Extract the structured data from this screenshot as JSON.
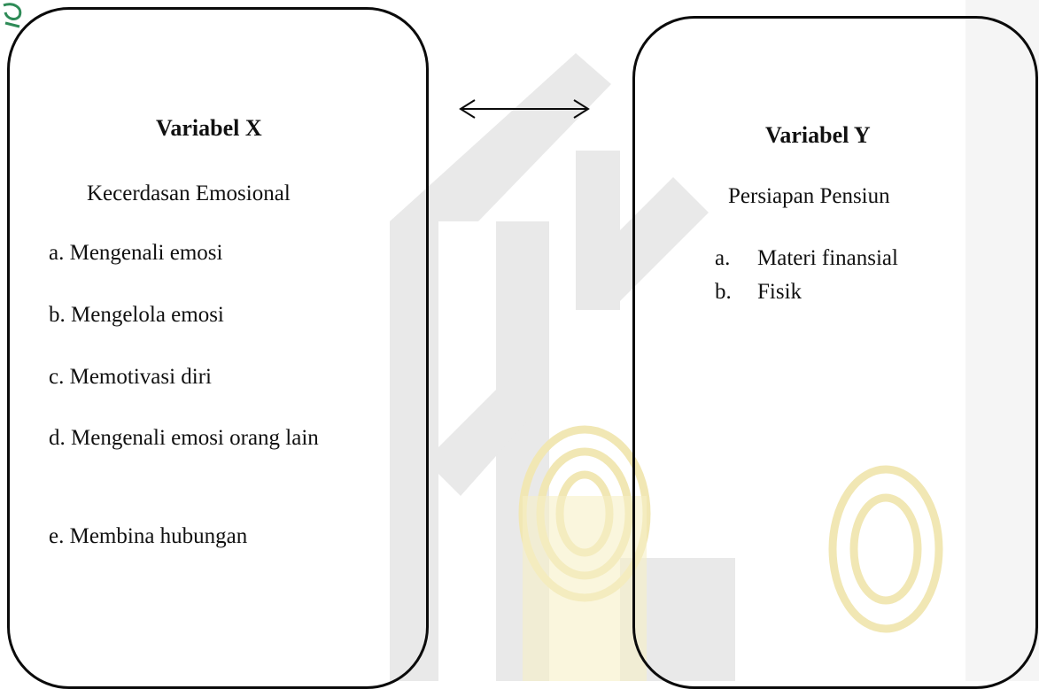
{
  "diagram": {
    "left_box": {
      "title": "Variabel X",
      "subtitle": "Kecerdasan Emosional",
      "items": [
        "a. Mengenali emosi",
        "b. Mengelola emosi",
        "c. Memotivasi diri",
        "d. Mengenali emosi orang lain",
        "e. Membina hubungan"
      ]
    },
    "right_box": {
      "title": "Variabel Y",
      "subtitle": "Persiapan Pensiun",
      "items": [
        {
          "marker": "a.",
          "text": "Materi finansial"
        },
        {
          "marker": "b.",
          "text": "Fisik"
        }
      ]
    },
    "connector": "bidirectional-arrow"
  },
  "colors": {
    "stroke": "#0b0b0b",
    "watermark_gray": "#e6e6e6",
    "watermark_gold": "#f3ecbd",
    "corner_green": "#2e8b57"
  }
}
